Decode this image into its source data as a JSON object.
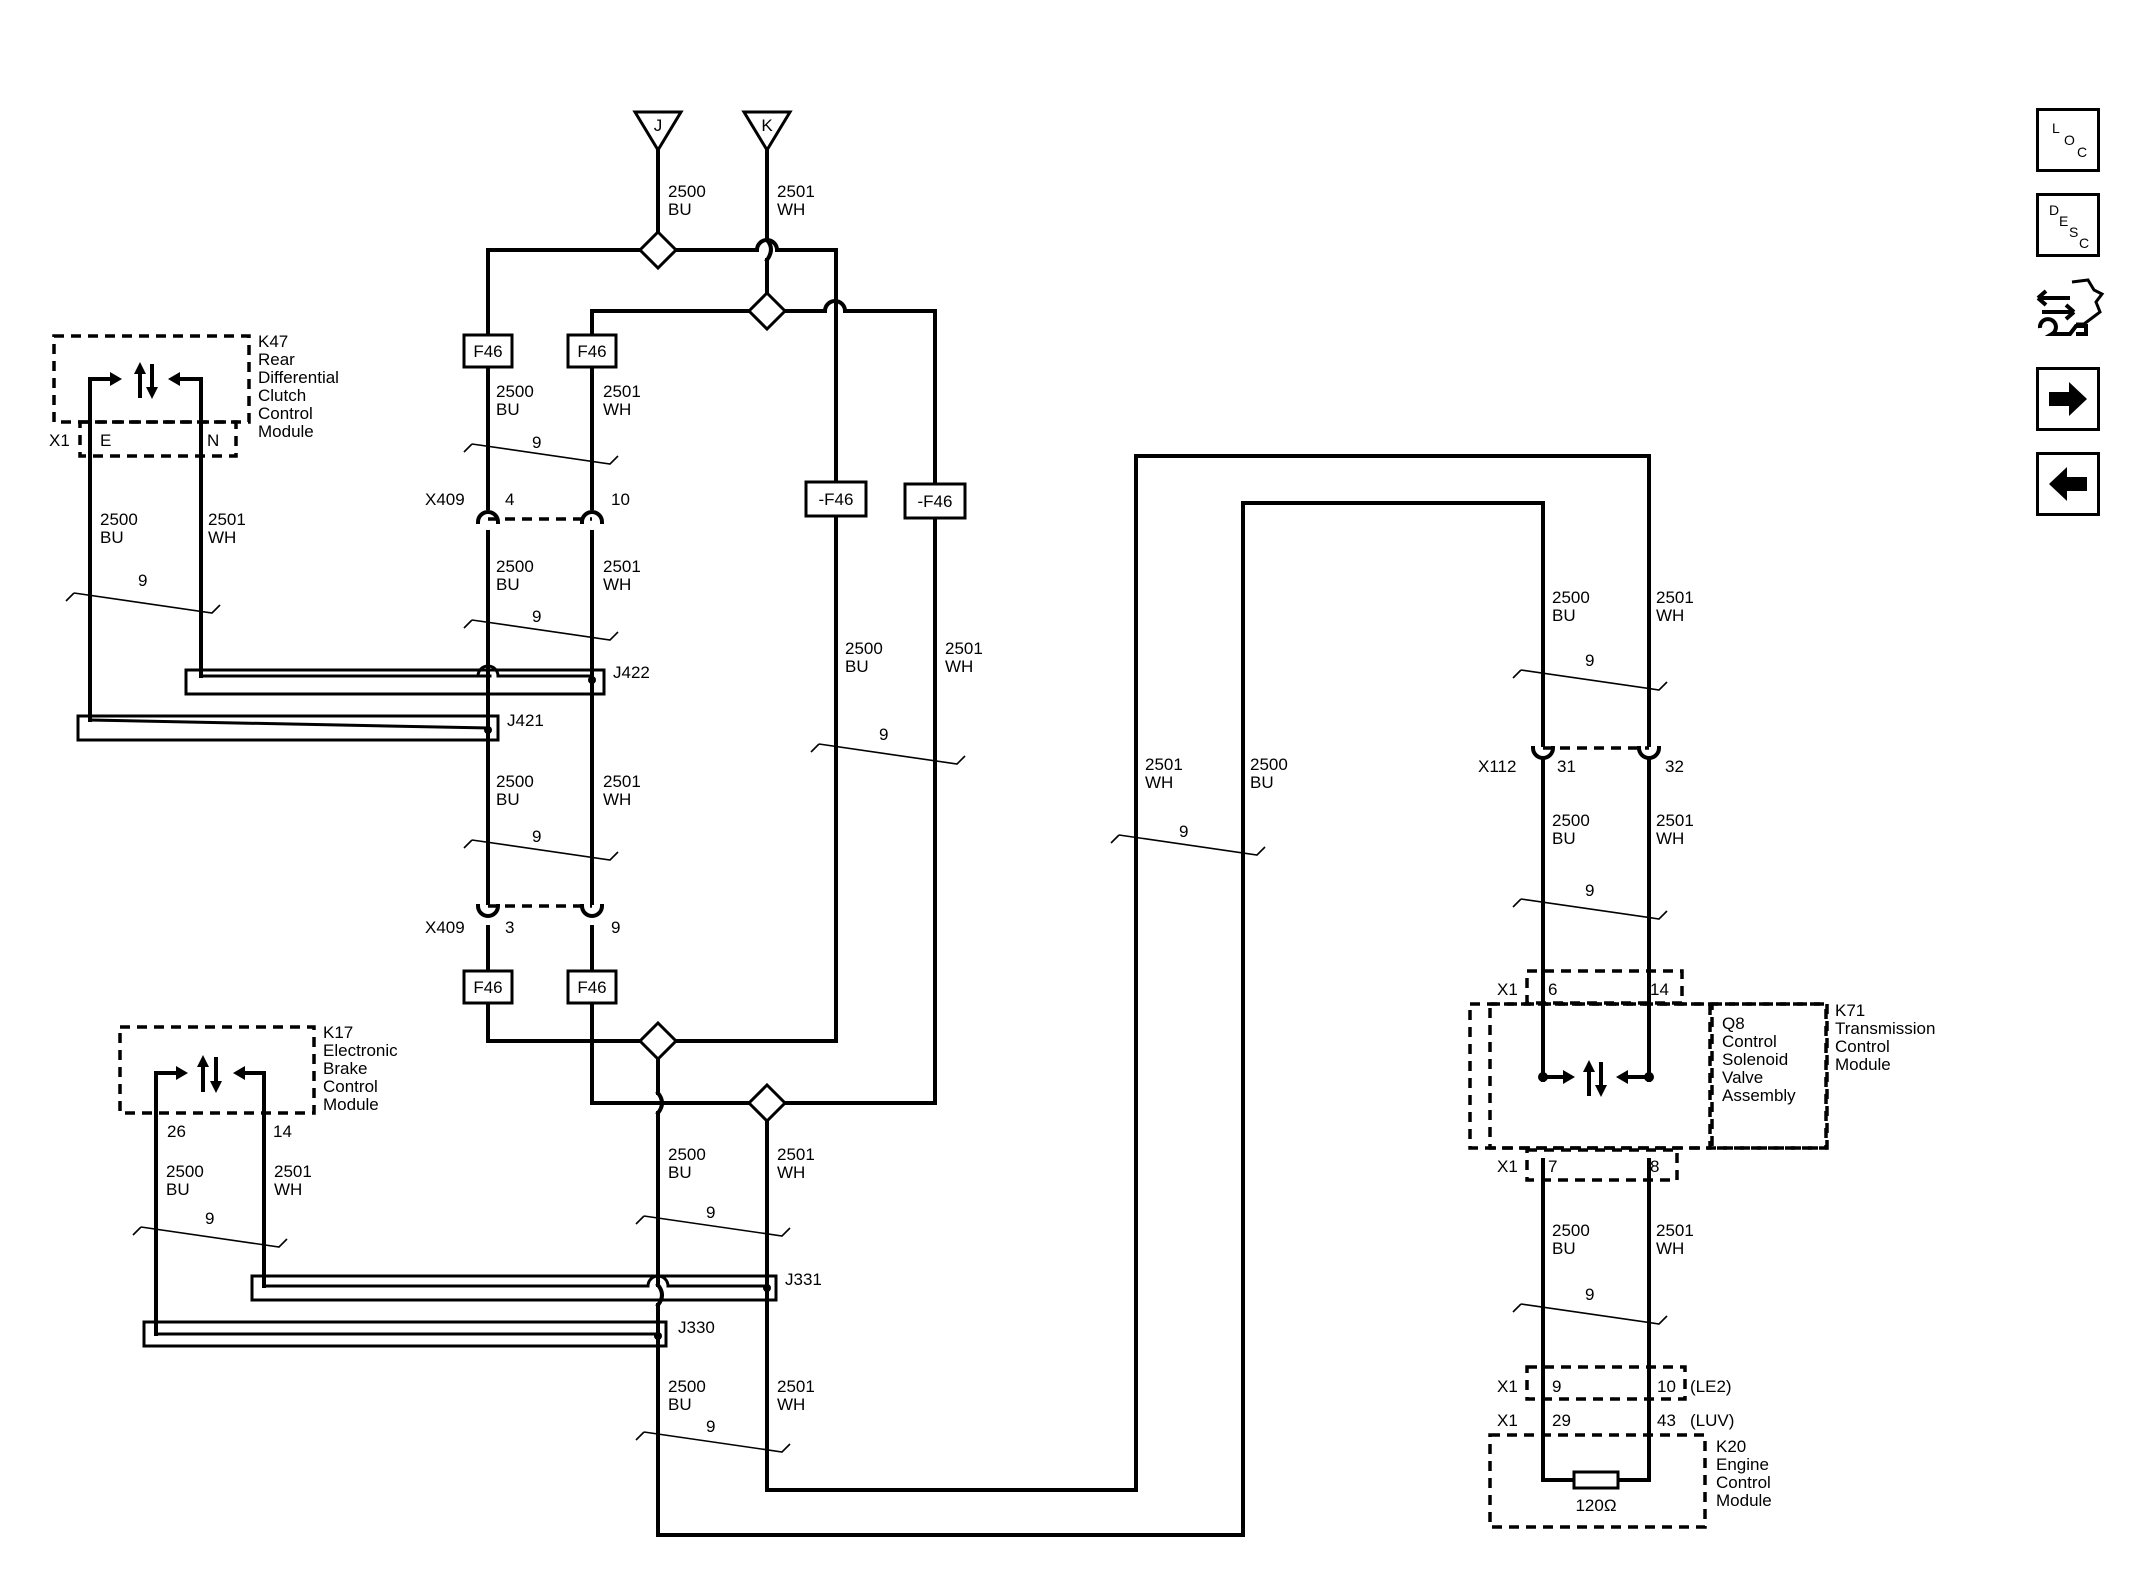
{
  "nav": {
    "loc": [
      "L",
      "O",
      "C"
    ],
    "desc": [
      "D",
      "E",
      "S",
      "C"
    ]
  },
  "connectors": {
    "J": "J",
    "K": "K",
    "x409": "X409",
    "x409_pin_a": "4",
    "x409_pin_b": "10",
    "x409_pin_c": "3",
    "x409_pin_d": "9",
    "x112": "X112",
    "x112_pin_a": "31",
    "x112_pin_b": "32",
    "x1": "X1"
  },
  "splices": {
    "j422": "J422",
    "j421": "J421",
    "j331": "J331",
    "j330": "J330"
  },
  "options": {
    "f46": "F46",
    "not_f46": "-F46",
    "le2": "(LE2)",
    "luv": "(LUV)"
  },
  "wires": {
    "bu_circuit": "2500",
    "bu_color": "BU",
    "wh_circuit": "2501",
    "wh_color": "WH",
    "twist": "9"
  },
  "modules": {
    "k47": [
      "K47",
      "Rear",
      "Differential",
      "Clutch",
      "Control",
      "Module"
    ],
    "k47_pin_e": "E",
    "k47_pin_n": "N",
    "k17": [
      "K17",
      "Electronic",
      "Brake",
      "Control",
      "Module"
    ],
    "k17_pin_a": "26",
    "k17_pin_b": "14",
    "q8": [
      "Q8",
      "Control",
      "Solenoid",
      "Valve",
      "Assembly"
    ],
    "k71": [
      "K71",
      "Transmission",
      "Control",
      "Module"
    ],
    "k71_pin_6": "6",
    "k71_pin_14": "14",
    "k71_pin_7": "7",
    "k71_pin_8": "8",
    "k20": [
      "K20",
      "Engine",
      "Control",
      "Module"
    ],
    "k20_pin_9": "9",
    "k20_pin_10": "10",
    "k20_pin_29": "29",
    "k20_pin_43": "43",
    "resistor": "120Ω"
  }
}
